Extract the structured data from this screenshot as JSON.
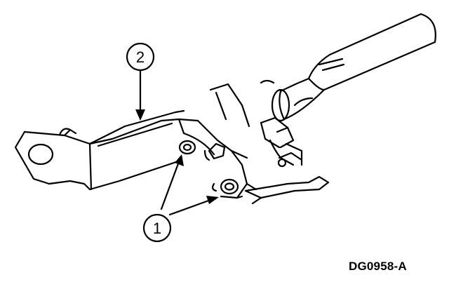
{
  "figure": {
    "id": "DG0958-A"
  },
  "callouts": [
    {
      "label": "2"
    },
    {
      "label": "1"
    }
  ],
  "colors": {
    "line": "#000000",
    "background": "#ffffff"
  }
}
